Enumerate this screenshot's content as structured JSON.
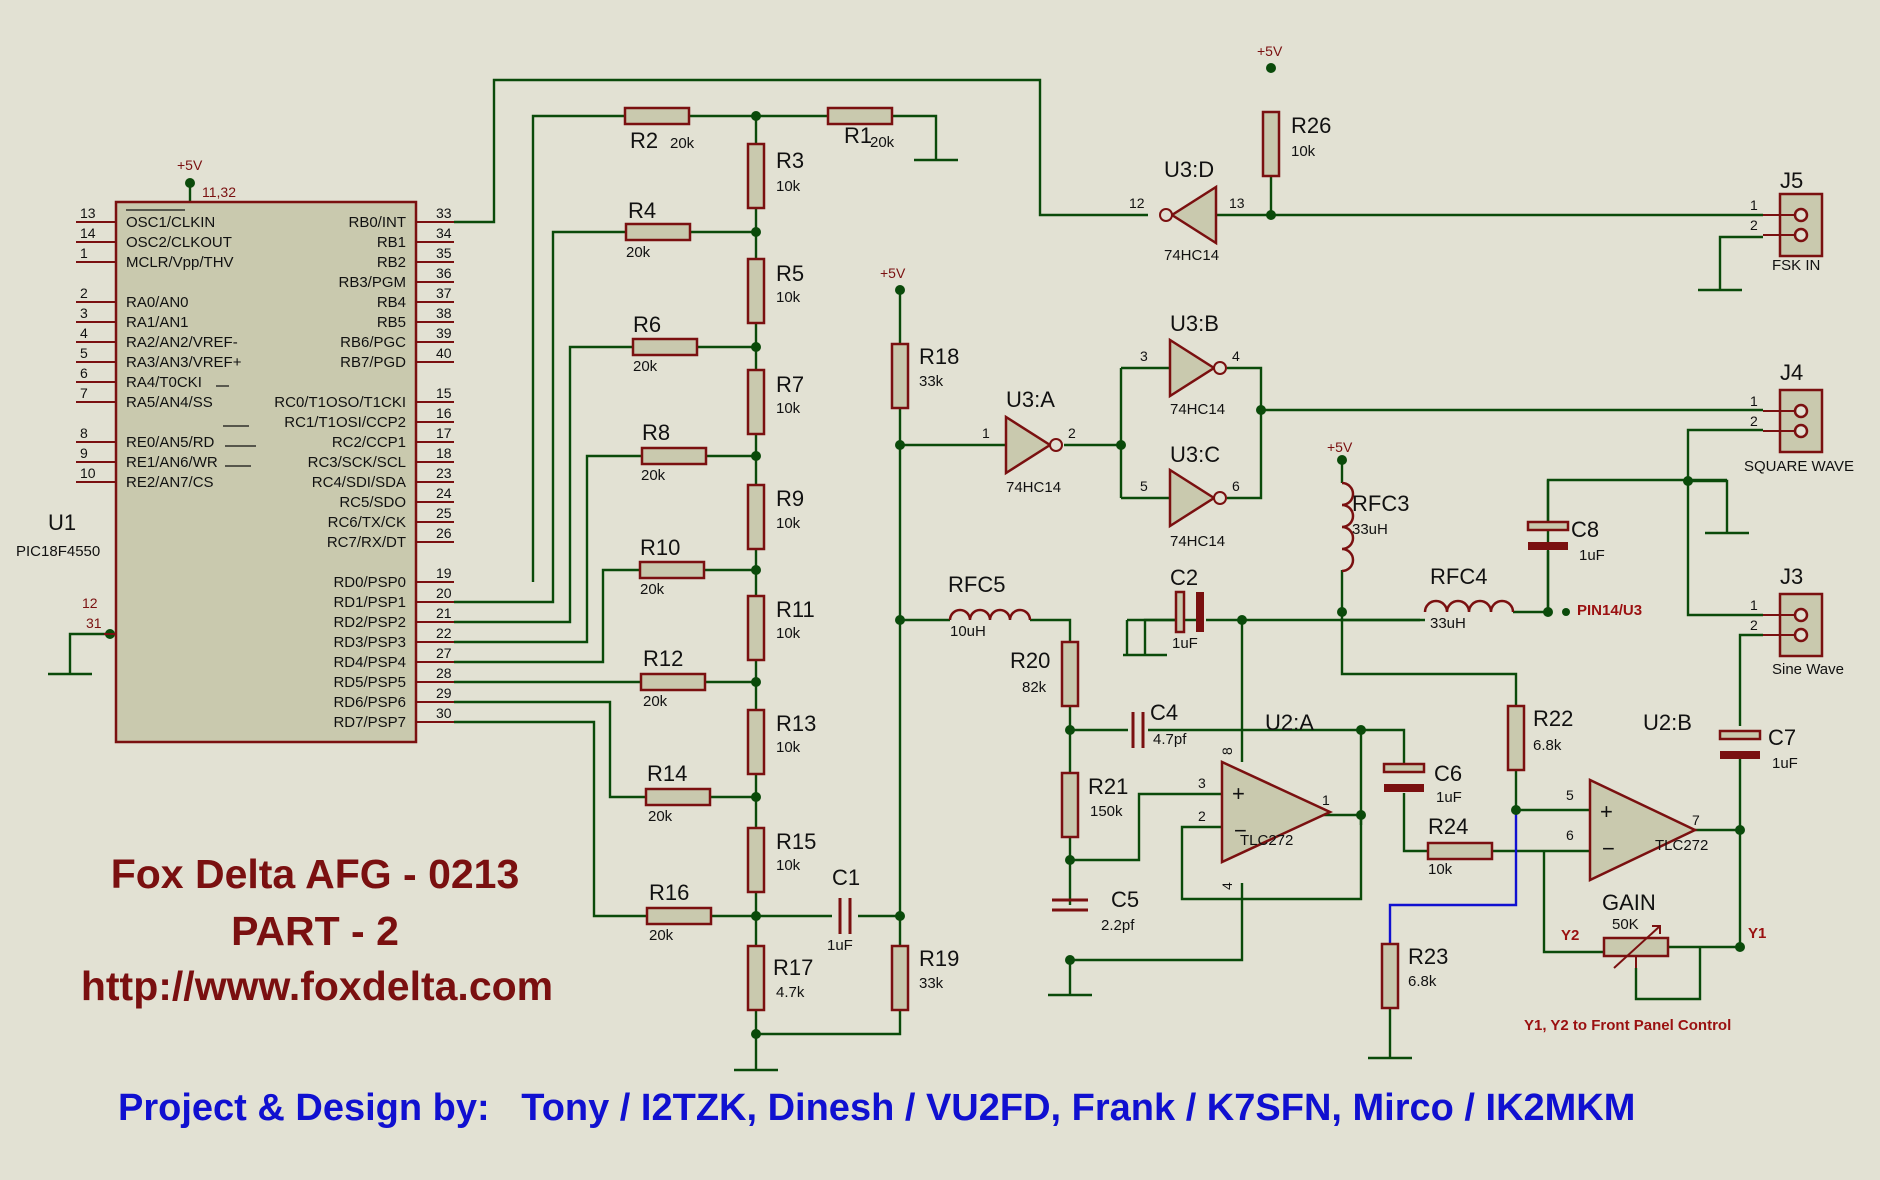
{
  "colors": {
    "background": "#e2e1d3",
    "wire": "#0a4a0a",
    "component": "#7a1010",
    "component_fill": "#c9c9ae",
    "title": "#7a1010",
    "credits": "#1010d0",
    "blue_wire": "#1010d0"
  },
  "title": {
    "line1": "Fox Delta AFG - 0213",
    "line2": "PART - 2",
    "line3": "http://www.foxdelta.com"
  },
  "credits": "Project & Design by:   Tony / I2TZK, Dinesh / VU2FD, Frank / K7SFN, Mirco / IK2MKM",
  "notes": {
    "front_panel": "Y1, Y2 to Front Panel Control",
    "pin14": "PIN14/U3",
    "y1": "Y1",
    "y2": "Y2"
  },
  "power": {
    "vcc": "+5V"
  },
  "mcu": {
    "ref": "U1",
    "part": "PIC18F4550",
    "supply_pins": "11,32",
    "gnd_pin_a": "12",
    "gnd_pin_b": "31",
    "left_pins": [
      {
        "num": "13",
        "name": "OSC1/CLKIN"
      },
      {
        "num": "14",
        "name": "OSC2/CLKOUT"
      },
      {
        "num": "1",
        "name": "MCLR/Vpp/THV"
      },
      {
        "num": "2",
        "name": "RA0/AN0"
      },
      {
        "num": "3",
        "name": "RA1/AN1"
      },
      {
        "num": "4",
        "name": "RA2/AN2/VREF-"
      },
      {
        "num": "5",
        "name": "RA3/AN3/VREF+"
      },
      {
        "num": "6",
        "name": "RA4/T0CKI"
      },
      {
        "num": "7",
        "name": "RA5/AN4/SS"
      },
      {
        "num": "8",
        "name": "RE0/AN5/RD"
      },
      {
        "num": "9",
        "name": "RE1/AN6/WR"
      },
      {
        "num": "10",
        "name": "RE2/AN7/CS"
      }
    ],
    "right_pins": [
      {
        "num": "33",
        "name": "RB0/INT"
      },
      {
        "num": "34",
        "name": "RB1"
      },
      {
        "num": "35",
        "name": "RB2"
      },
      {
        "num": "36",
        "name": "RB3/PGM"
      },
      {
        "num": "37",
        "name": "RB4"
      },
      {
        "num": "38",
        "name": "RB5"
      },
      {
        "num": "39",
        "name": "RB6/PGC"
      },
      {
        "num": "40",
        "name": "RB7/PGD"
      },
      {
        "num": "15",
        "name": "RC0/T1OSO/T1CKI"
      },
      {
        "num": "16",
        "name": "RC1/T1OSI/CCP2"
      },
      {
        "num": "17",
        "name": "RC2/CCP1"
      },
      {
        "num": "18",
        "name": "RC3/SCK/SCL"
      },
      {
        "num": "23",
        "name": "RC4/SDI/SDA"
      },
      {
        "num": "24",
        "name": "RC5/SDO"
      },
      {
        "num": "25",
        "name": "RC6/TX/CK"
      },
      {
        "num": "26",
        "name": "RC7/RX/DT"
      },
      {
        "num": "19",
        "name": "RD0/PSP0"
      },
      {
        "num": "20",
        "name": "RD1/PSP1"
      },
      {
        "num": "21",
        "name": "RD2/PSP2"
      },
      {
        "num": "22",
        "name": "RD3/PSP3"
      },
      {
        "num": "27",
        "name": "RD4/PSP4"
      },
      {
        "num": "28",
        "name": "RD5/PSP5"
      },
      {
        "num": "29",
        "name": "RD6/PSP6"
      },
      {
        "num": "30",
        "name": "RD7/PSP7"
      }
    ]
  },
  "resistors": [
    {
      "ref": "R1",
      "value": "20k"
    },
    {
      "ref": "R2",
      "value": "20k"
    },
    {
      "ref": "R3",
      "value": "10k"
    },
    {
      "ref": "R4",
      "value": "20k"
    },
    {
      "ref": "R5",
      "value": "10k"
    },
    {
      "ref": "R6",
      "value": "20k"
    },
    {
      "ref": "R7",
      "value": "10k"
    },
    {
      "ref": "R8",
      "value": "20k"
    },
    {
      "ref": "R9",
      "value": "10k"
    },
    {
      "ref": "R10",
      "value": "20k"
    },
    {
      "ref": "R11",
      "value": "10k"
    },
    {
      "ref": "R12",
      "value": "20k"
    },
    {
      "ref": "R13",
      "value": "10k"
    },
    {
      "ref": "R14",
      "value": "20k"
    },
    {
      "ref": "R15",
      "value": "10k"
    },
    {
      "ref": "R16",
      "value": "20k"
    },
    {
      "ref": "R17",
      "value": "4.7k"
    },
    {
      "ref": "R18",
      "value": "33k"
    },
    {
      "ref": "R19",
      "value": "33k"
    },
    {
      "ref": "R20",
      "value": "82k"
    },
    {
      "ref": "R21",
      "value": "150k"
    },
    {
      "ref": "R22",
      "value": "6.8k"
    },
    {
      "ref": "R23",
      "value": "6.8k"
    },
    {
      "ref": "R24",
      "value": "10k"
    },
    {
      "ref": "R26",
      "value": "10k"
    }
  ],
  "capacitors": [
    {
      "ref": "C1",
      "value": "1uF"
    },
    {
      "ref": "C2",
      "value": "1uF"
    },
    {
      "ref": "C4",
      "value": "4.7pf"
    },
    {
      "ref": "C5",
      "value": "2.2pf"
    },
    {
      "ref": "C6",
      "value": "1uF"
    },
    {
      "ref": "C7",
      "value": "1uF"
    },
    {
      "ref": "C8",
      "value": "1uF"
    }
  ],
  "inductors": [
    {
      "ref": "RFC3",
      "value": "33uH"
    },
    {
      "ref": "RFC4",
      "value": "33uH"
    },
    {
      "ref": "RFC5",
      "value": "10uH"
    }
  ],
  "pot": {
    "ref": "GAIN",
    "value": "50K"
  },
  "inverters": [
    {
      "ref": "U3:D",
      "part": "74HC14",
      "pin_in": "12",
      "pin_out": "13"
    },
    {
      "ref": "U3:A",
      "part": "74HC14",
      "pin_in": "1",
      "pin_out": "2"
    },
    {
      "ref": "U3:B",
      "part": "74HC14",
      "pin_in": "3",
      "pin_out": "4"
    },
    {
      "ref": "U3:C",
      "part": "74HC14",
      "pin_in": "5",
      "pin_out": "6"
    }
  ],
  "opamps": [
    {
      "ref": "U2:A",
      "part": "TLC272",
      "pin_plus": "3",
      "pin_minus": "2",
      "pin_out": "1",
      "pin_vcc": "8",
      "pin_gnd": "4"
    },
    {
      "ref": "U2:B",
      "part": "TLC272",
      "pin_plus": "5",
      "pin_minus": "6",
      "pin_out": "7"
    }
  ],
  "connectors": [
    {
      "ref": "J5",
      "label": "FSK IN",
      "pin1": "1",
      "pin2": "2"
    },
    {
      "ref": "J4",
      "label": "SQUARE WAVE",
      "pin1": "1",
      "pin2": "2"
    },
    {
      "ref": "J3",
      "label": "Sine Wave",
      "pin1": "1",
      "pin2": "2"
    }
  ]
}
